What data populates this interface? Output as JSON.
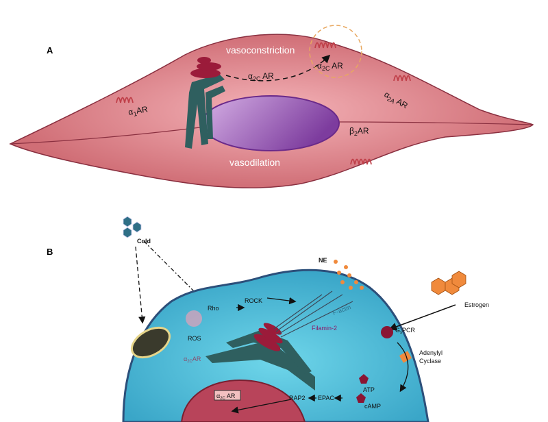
{
  "panel_a": {
    "label": "A",
    "vasoconstriction": "vasoconstriction",
    "vasodilation": "vasodilation",
    "alpha2c_traffic": {
      "greek": "α",
      "sub": "2C",
      "rest": " AR"
    },
    "alpha2c_membrane": {
      "greek": "α",
      "sub": "2C",
      "rest": " AR"
    },
    "alpha2a": {
      "greek": "α",
      "sub": "2A",
      "rest": " AR"
    },
    "alpha1": {
      "greek": "α",
      "sub": "1",
      "rest": "AR"
    },
    "beta2": {
      "greek": "β",
      "sub": "2",
      "rest": "AR"
    }
  },
  "panel_b": {
    "label": "B",
    "cold": "Cold",
    "ros": "ROS",
    "rho": "Rho",
    "rock": "ROCK",
    "ne": "NE",
    "f_actin": "F-actin",
    "filamin": "Filamin-2",
    "estrogen": "Estrogen",
    "gspcr": {
      "g": "G",
      "sub": "s",
      "rest": "PCR"
    },
    "adenylyl": "Adenylyl",
    "cyclase": "Cyclase",
    "atp": "ATP",
    "camp": "cAMP",
    "epac": "EPAC",
    "rap2": "RAP2",
    "alpha2c_er": {
      "greek": "α",
      "sub": "2C",
      "rest": "AR"
    },
    "alpha2c_gene": {
      "greek": "α",
      "sub": "2C",
      "rest": " AR"
    }
  },
  "colors": {
    "cell_pink": "#d3737a",
    "nucleus_purple": "#8e4fb0",
    "er_teal": "#2f5f5f",
    "golgi": "#9b1b3a",
    "cell_blue": "#3fb4d0",
    "nucleus_red": "#b8445a",
    "orange": "#f08a3c"
  }
}
